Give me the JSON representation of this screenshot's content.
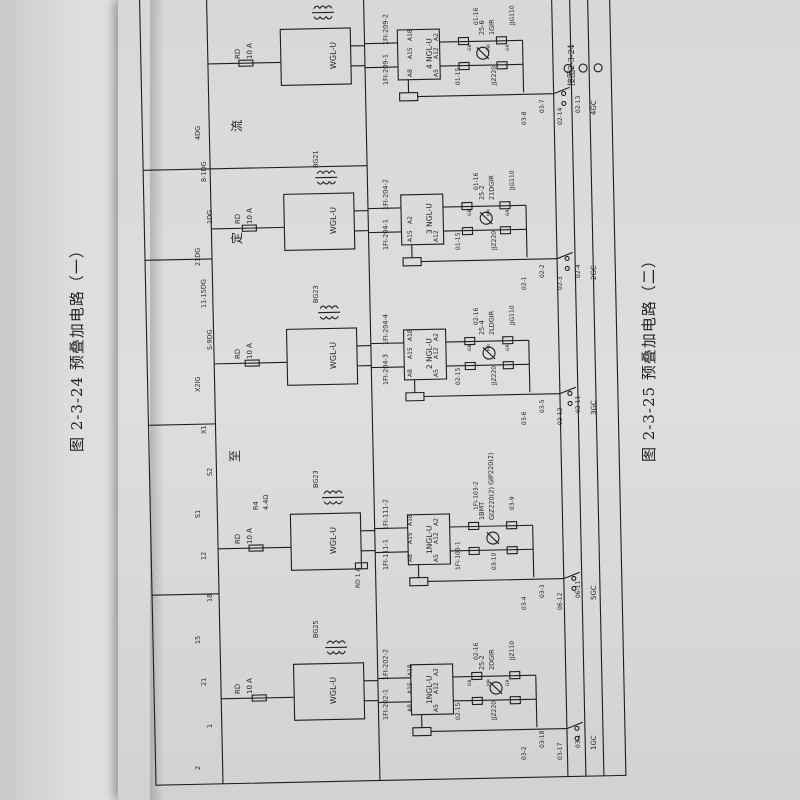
{
  "left_page": {
    "figure_title": "图 2-3-24 预叠加电路（一）"
  },
  "main_page": {
    "figure_title": "图 2-3-25 预叠加电路（二）",
    "side_words": {
      "liu": "流",
      "ding": "定",
      "zhi": "至"
    },
    "top_labels": [
      "4DG",
      "8-1DG",
      "1DG",
      "21DG",
      "11-15DG",
      "5-9DG",
      "X2IG",
      "X1",
      "S2",
      "S1",
      "12",
      "18",
      "15",
      "21",
      "1",
      "2"
    ],
    "units": [
      {
        "amp_label": "WGL-U",
        "rd": "RD",
        "rd_amp": "10 A",
        "terms": [
          "1FI-202-1",
          "1FI-202-2"
        ],
        "ngl": "1NGL-U",
        "ngl_pins": [
          "A8",
          "A5",
          "A15",
          "A12",
          "A18",
          "A2"
        ],
        "bg": "BG25",
        "ref": "25-2",
        "dev": "2DGIR",
        "relay": [
          "GB",
          "MR",
          "GR"
        ],
        "wires": [
          "02-15",
          "02-16",
          "JJZ220",
          "JJZ110"
        ],
        "bus": [
          "03-2",
          "03-18",
          "03-17",
          "03-1"
        ],
        "gc": "1GC"
      },
      {
        "amp_label": "WGL-U",
        "rd": "RD",
        "rd_amp": "10 A",
        "rd2": "RD",
        "rd2_amp": "1 A",
        "terms": [
          "1FI-111-1",
          "1FI-111-2"
        ],
        "ngl": "1NGL-U",
        "ngl_pins": [
          "A8",
          "A5",
          "A15",
          "A12",
          "A18",
          "A2"
        ],
        "bg": "BG23",
        "ref": "1BMT",
        "dev": "GIZ220(2)  GIP220(2)",
        "wires": [
          "1FI-103-1",
          "1FI-103-2",
          "03-10",
          "03-9"
        ],
        "bus": [
          "03-4",
          "03-3",
          "06-12",
          "06-11"
        ],
        "gc": "5GC",
        "r": "R4",
        "rr": "4.4Ω"
      },
      {
        "amp_label": "WGL-U",
        "rd": "RD",
        "rd_amp": "10 A",
        "terms": [
          "1FI-204-3",
          "1FI-204-4"
        ],
        "ngl": "2 NGL-U",
        "ngl_pins": [
          "A8",
          "A5",
          "A15",
          "A12",
          "A18",
          "A2"
        ],
        "bg": "BG23",
        "ref": "25-4",
        "dev": "2LDGIR",
        "relay": [
          "GB",
          "MR",
          "GR"
        ],
        "wires": [
          "02-15",
          "02-16",
          "JJZ220",
          "JJG110"
        ],
        "bus": [
          "03-6",
          "03-5",
          "02-12",
          "02-11"
        ],
        "gc": "3GC"
      },
      {
        "amp_label": "WGL-U",
        "rd": "RD",
        "rd_amp": "10 A",
        "terms": [
          "1FI-204-1",
          "1FI-204-2"
        ],
        "ngl": "3 NGL-U",
        "ngl_pins": [
          "A15",
          "A12",
          "A2"
        ],
        "bg": "BG21",
        "ref": "25-2",
        "dev": "21DGIR",
        "relay": [
          "GB",
          "MR",
          "GR"
        ],
        "wires": [
          "01-15",
          "01-16",
          "JJZ220",
          "JJG110"
        ],
        "bus": [
          "02-1",
          "02-2",
          "02-3",
          "02-4"
        ],
        "gc": "2GC"
      },
      {
        "amp_label": "WGL-U",
        "rd": "RD",
        "rd_amp": "10 A",
        "terms": [
          "1FI-209-1",
          "1FI-209-2"
        ],
        "ngl": "4 NGL-U",
        "ngl_pins": [
          "A8",
          "A5",
          "A15",
          "A12",
          "A18",
          "A2"
        ],
        "ref": "25-6",
        "dev": "1GIR",
        "relay": [
          "GB",
          "MR",
          "GR"
        ],
        "wires": [
          "01-15",
          "01-16",
          "JJZ220",
          "JJG110"
        ],
        "bus": [
          "03-8",
          "03-7",
          "02-14",
          "02-13"
        ],
        "gc": "4GC"
      }
    ],
    "right_ref": "接图2-3-24"
  },
  "colors": {
    "ink": "#1e1e1e",
    "paper": "#dcdcdc"
  }
}
